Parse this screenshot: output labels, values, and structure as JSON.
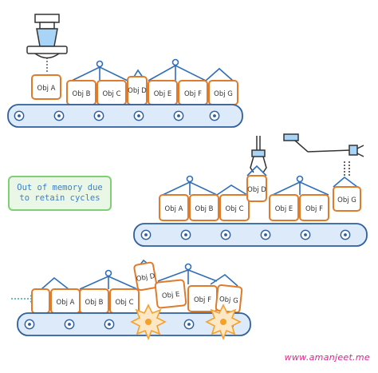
{
  "note": {
    "text": "Out of memory due\nto retain cycles"
  },
  "watermark": {
    "text": "www.amanjeet.me"
  },
  "objects": {
    "a": "Obj A",
    "b": "Obj B",
    "c": "Obj C",
    "d": "Obj D",
    "e": "Obj E",
    "f": "Obj F",
    "g": "Obj G"
  },
  "colors": {
    "box_border": "#e07b2c",
    "box_fill": "#ffffff",
    "cycle_link": "#2f6fb8",
    "conveyor_belt": "#dceafa",
    "conveyor_border": "#2f5f9e",
    "note_border": "#7fcf74",
    "note_fill": "#eaf7e6",
    "note_text": "#3d7fc4",
    "watermark_text": "#e0218a",
    "explosion": "#f4a12c"
  },
  "icons": {
    "robot": "robot-arm-icon",
    "grabber": "claw-grabber-icon",
    "explosion": "explosion-icon",
    "incoming": "dotted-arrow-icon"
  }
}
